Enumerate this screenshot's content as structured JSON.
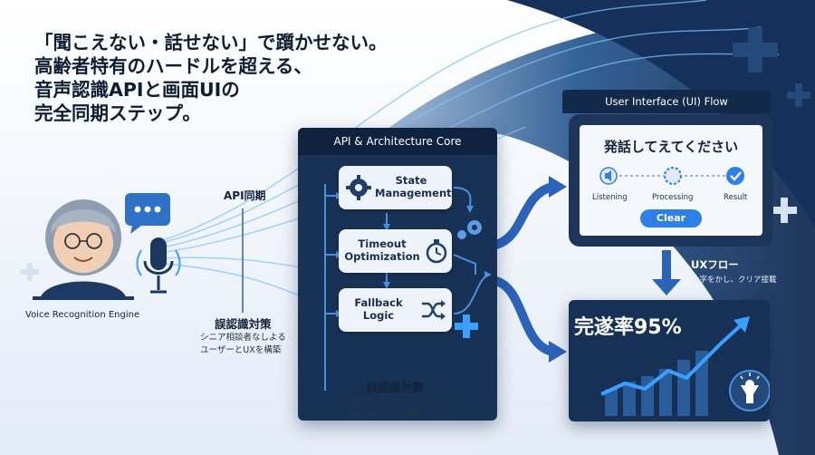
{
  "headline": {
    "line1": "「聞こえない・話せない」で躓かせない。",
    "line2": "高齢者特有のハードルを超える、",
    "line3": "音声認識APIと画面UIの",
    "line4": "完全同期ステップ。"
  },
  "left": {
    "engine_label": "Voice Recognition Engine",
    "api_sync_label": "API同期",
    "errors_title": "誤認識対策",
    "errors_line1": "シニア相談者なしよる",
    "errors_line2": "ユーザーとUXを構築"
  },
  "core": {
    "title": "API & Architecture Core",
    "state_label": "State Management",
    "timeout_label": "Timeout Optimization",
    "fallback_label": "Fallback Logic",
    "note_title": "誤認識対策",
    "note_line1": "誤認識策で含された状態による",
    "note_line2": "発話や新企での相談を誘導"
  },
  "ui_flow": {
    "tab_title": "User Interface (UI) Flow",
    "prompt": "発話してえてください",
    "steps": [
      "Listening",
      "Processing",
      "Result"
    ],
    "clear_button": "Clear"
  },
  "ux": {
    "flow_title": "UXフロー",
    "flow_note": "大字をかし、クリア接載",
    "completion": "完遂率95%"
  },
  "colors": {
    "navy": "#183256",
    "accent": "#3aa0ff",
    "clear_button": "#2f80e6"
  }
}
